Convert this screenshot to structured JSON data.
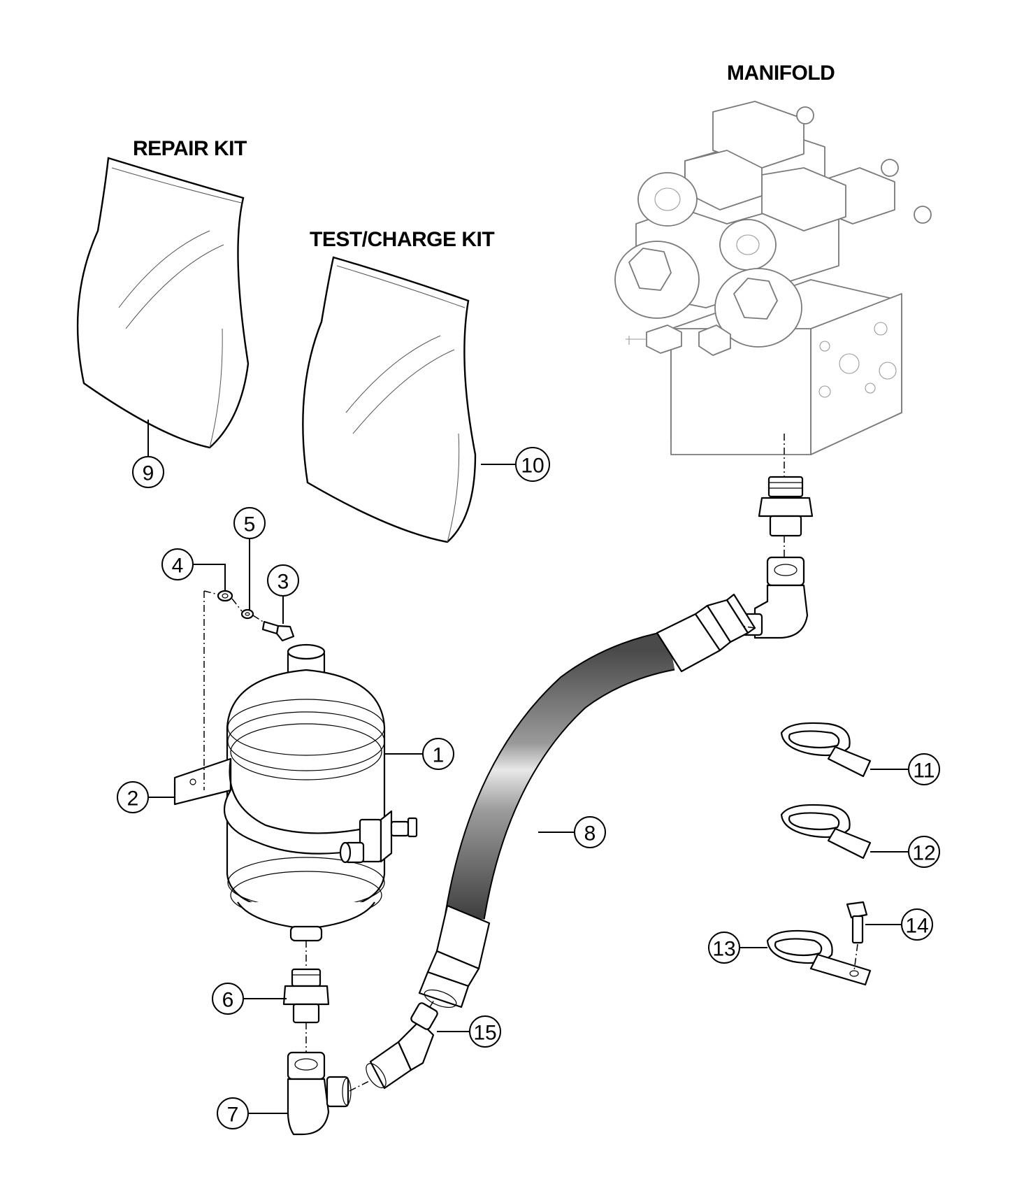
{
  "titles": {
    "manifold": "MANIFOLD",
    "repair_kit": "REPAIR KIT",
    "test_charge_kit": "TEST/CHARGE KIT"
  },
  "callouts": [
    "1",
    "2",
    "3",
    "4",
    "5",
    "6",
    "7",
    "8",
    "9",
    "10",
    "11",
    "12",
    "13",
    "14",
    "15"
  ]
}
